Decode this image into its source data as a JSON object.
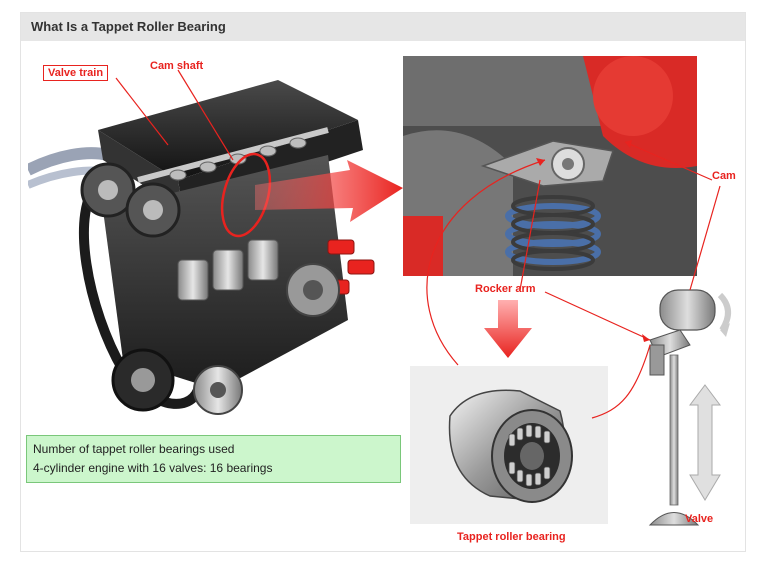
{
  "header": {
    "title": "What Is a Tappet Roller Bearing"
  },
  "labels": {
    "valve_train": "Valve train",
    "cam_shaft": "Cam shaft",
    "cam": "Cam",
    "rocker_arm": "Rocker arm",
    "tappet_roller_bearing": "Tappet roller bearing",
    "valve": "Valve"
  },
  "info": {
    "line1": "Number of tappet roller bearings used",
    "line2": "4-cylinder engine with 16 valves: 16 bearings"
  },
  "colors": {
    "accent_red": "#e8231f",
    "header_bg": "#e6e6e6",
    "info_bg": "#ccf6cc",
    "info_border": "#7ac77a"
  }
}
